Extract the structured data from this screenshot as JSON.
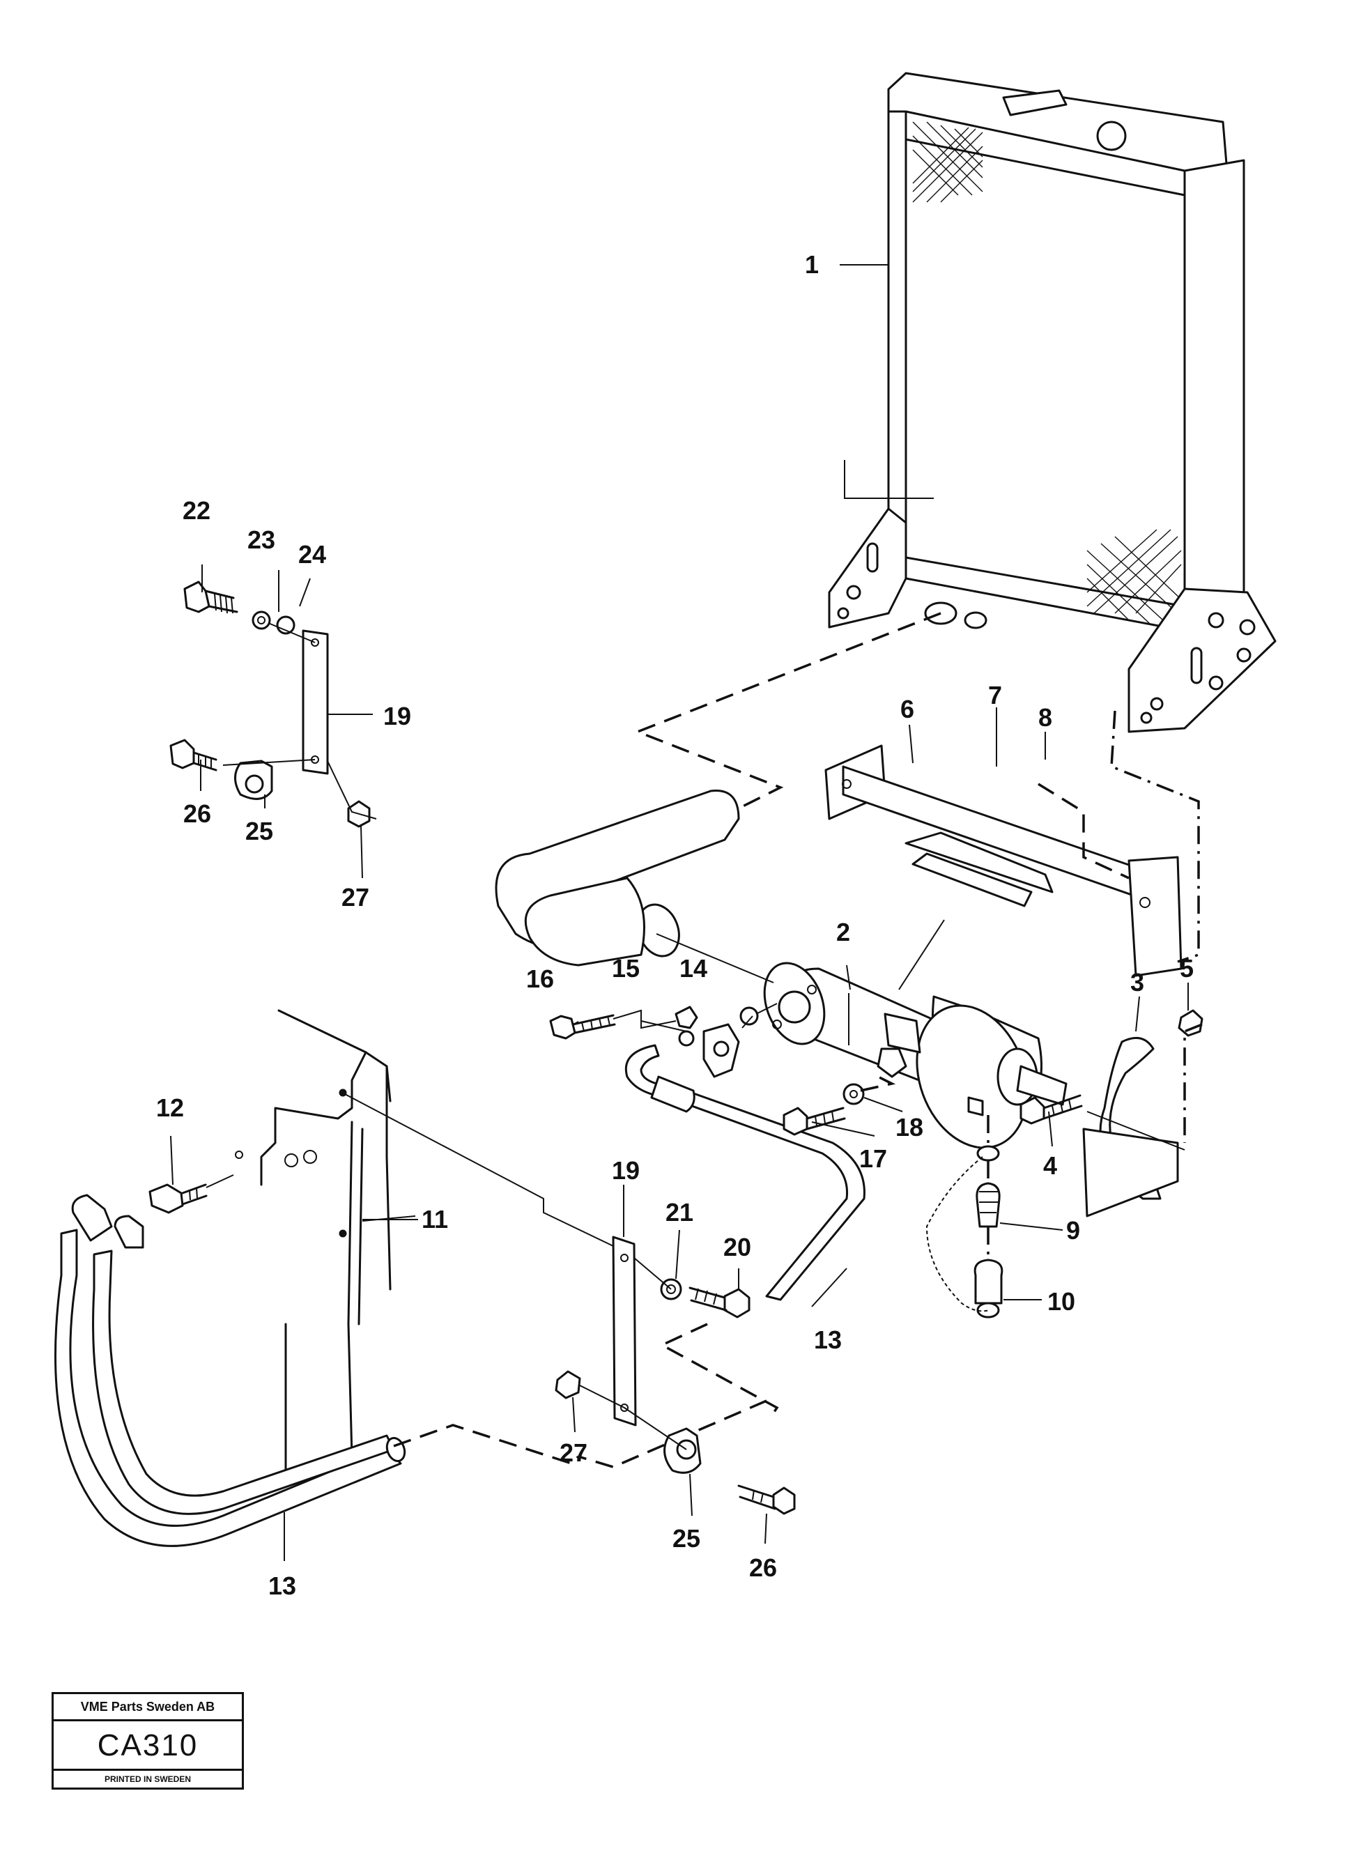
{
  "callouts": {
    "c1": "1",
    "c2": "2",
    "c3": "3",
    "c4": "4",
    "c5": "5",
    "c6": "6",
    "c7": "7",
    "c8": "8",
    "c9": "9",
    "c10": "10",
    "c11": "11",
    "c12": "12",
    "c13a": "13",
    "c13b": "13",
    "c14": "14",
    "c15": "15",
    "c16": "16",
    "c17": "17",
    "c18": "18",
    "c19a": "19",
    "c19b": "19",
    "c20": "20",
    "c21": "21",
    "c22": "22",
    "c23": "23",
    "c24": "24",
    "c25a": "25",
    "c25b": "25",
    "c26a": "26",
    "c26b": "26",
    "c27a": "27",
    "c27b": "27"
  },
  "titleblock": {
    "company": "VME Parts Sweden AB",
    "code": "CA310",
    "printed": "PRINTED IN SWEDEN"
  },
  "colors": {
    "ink": "#111111",
    "paper": "#ffffff"
  }
}
